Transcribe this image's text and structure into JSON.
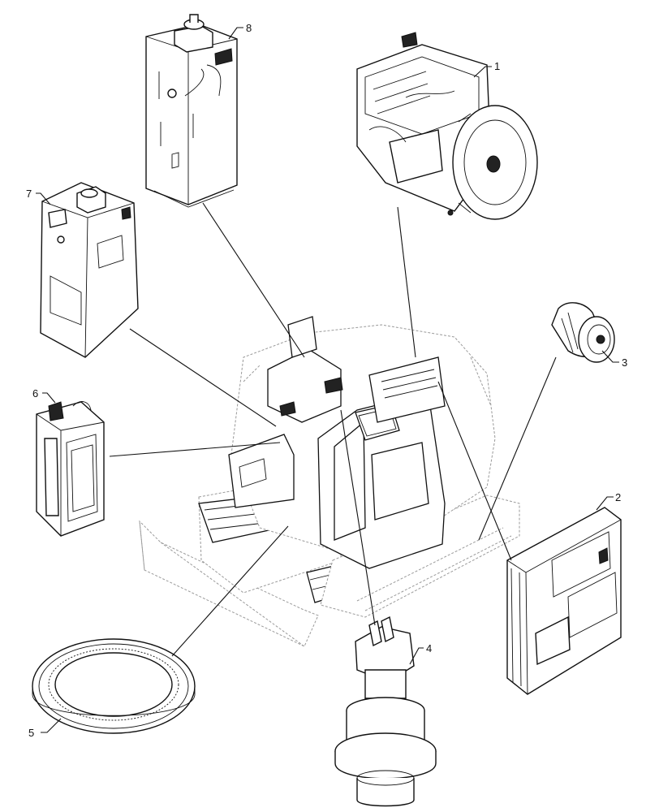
{
  "callouts": [
    {
      "id": "1",
      "label": "1"
    },
    {
      "id": "2",
      "label": "2"
    },
    {
      "id": "3",
      "label": "3"
    },
    {
      "id": "4",
      "label": "4"
    },
    {
      "id": "5",
      "label": "5"
    },
    {
      "id": "6",
      "label": "6"
    },
    {
      "id": "7",
      "label": "7"
    },
    {
      "id": "8",
      "label": "8"
    }
  ],
  "parts": [
    {
      "callout": "1",
      "icon": "engine-icon"
    },
    {
      "callout": "2",
      "icon": "radiator-cooler-icon"
    },
    {
      "callout": "3",
      "icon": "travel-motor-icon"
    },
    {
      "callout": "4",
      "icon": "swing-motor-icon"
    },
    {
      "callout": "5",
      "icon": "slewing-ring-icon"
    },
    {
      "callout": "6",
      "icon": "battery-pack-icon"
    },
    {
      "callout": "7",
      "icon": "fuel-tank-icon"
    },
    {
      "callout": "8",
      "icon": "hydraulic-tank-icon"
    }
  ],
  "colors": {
    "line": "#111111",
    "ghost": "#9a9a9a",
    "background": "#ffffff"
  }
}
